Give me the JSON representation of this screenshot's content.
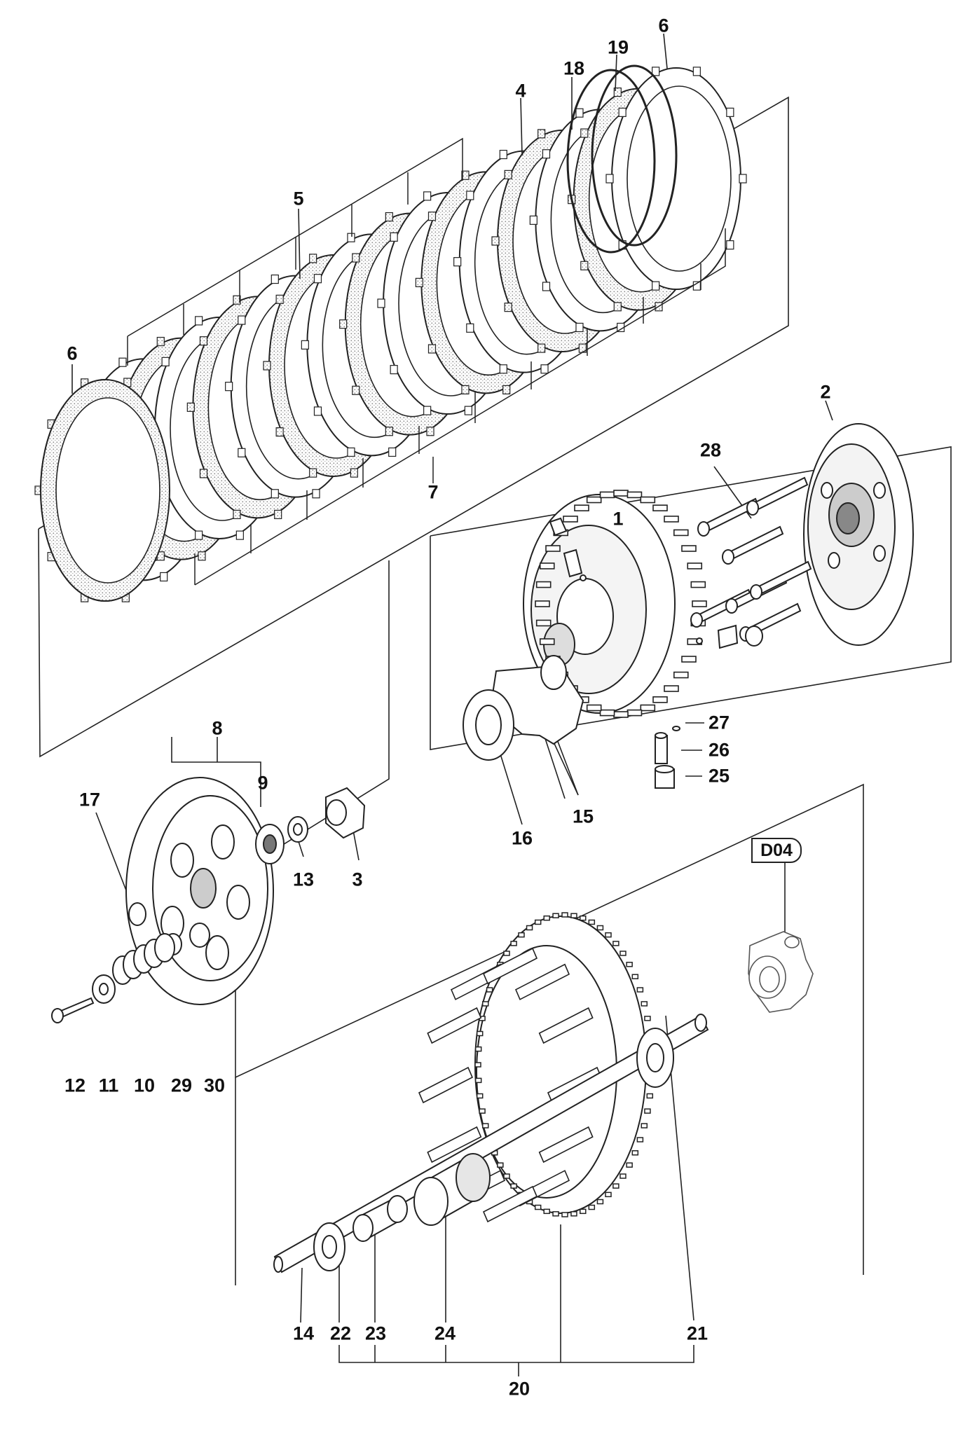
{
  "diagram": {
    "callouts": [
      {
        "id": "l-6a",
        "text": "6"
      },
      {
        "id": "l-19",
        "text": "19"
      },
      {
        "id": "l-18",
        "text": "18"
      },
      {
        "id": "l-4",
        "text": "4"
      },
      {
        "id": "l-5",
        "text": "5"
      },
      {
        "id": "l-6b",
        "text": "6"
      },
      {
        "id": "l-2",
        "text": "2"
      },
      {
        "id": "l-28",
        "text": "28"
      },
      {
        "id": "l-1",
        "text": "1"
      },
      {
        "id": "l-7",
        "text": "7"
      },
      {
        "id": "l-8",
        "text": "8"
      },
      {
        "id": "l-9",
        "text": "9"
      },
      {
        "id": "l-17",
        "text": "17"
      },
      {
        "id": "l-13",
        "text": "13"
      },
      {
        "id": "l-3",
        "text": "3"
      },
      {
        "id": "l-27",
        "text": "27"
      },
      {
        "id": "l-26",
        "text": "26"
      },
      {
        "id": "l-25",
        "text": "25"
      },
      {
        "id": "l-15",
        "text": "15"
      },
      {
        "id": "l-16",
        "text": "16"
      },
      {
        "id": "l-12",
        "text": "12"
      },
      {
        "id": "l-11",
        "text": "11"
      },
      {
        "id": "l-10",
        "text": "10"
      },
      {
        "id": "l-29",
        "text": "29"
      },
      {
        "id": "l-30",
        "text": "30"
      },
      {
        "id": "l-14",
        "text": "14"
      },
      {
        "id": "l-22",
        "text": "22"
      },
      {
        "id": "l-23",
        "text": "23"
      },
      {
        "id": "l-24",
        "text": "24"
      },
      {
        "id": "l-21",
        "text": "21"
      },
      {
        "id": "l-20",
        "text": "20"
      }
    ],
    "reference_tag": "D04"
  }
}
